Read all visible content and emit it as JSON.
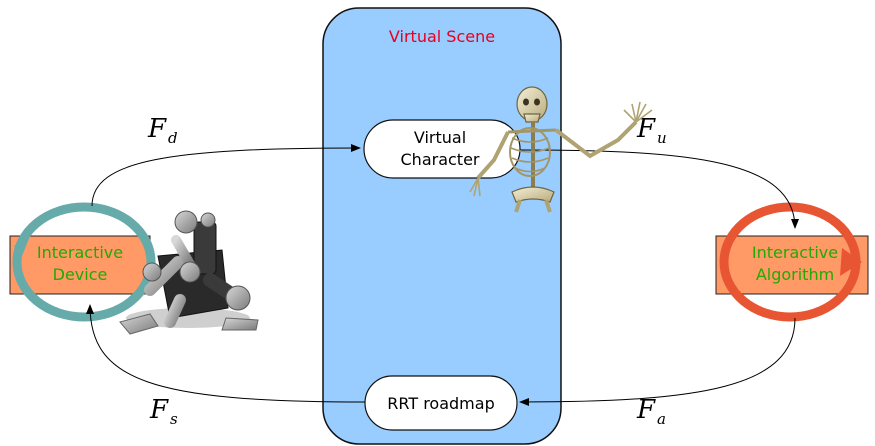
{
  "scene": {
    "title": "Virtual Scene",
    "title_color": "#e8001c",
    "panel_fill": "#99ccff"
  },
  "nodes": {
    "virtual_character": {
      "line1": "Virtual",
      "line2": "Character"
    },
    "rrt_roadmap": {
      "label": "RRT roadmap"
    },
    "interactive_device": {
      "line1": "Interactive",
      "line2": "Device",
      "box_fill": "#ff9966",
      "text_color": "#22aa00",
      "ring_color": "#66aaaa"
    },
    "interactive_algorithm": {
      "line1": "Interactive",
      "line2": "Algorithm",
      "box_fill": "#ff9966",
      "text_color": "#22aa00",
      "ring_color": "#e85533"
    }
  },
  "forces": {
    "fd": {
      "main": "F",
      "sub": "d"
    },
    "fu": {
      "main": "F",
      "sub": "u"
    },
    "fs": {
      "main": "F",
      "sub": "s"
    },
    "fa": {
      "main": "F",
      "sub": "a"
    }
  },
  "images": {
    "skeleton": "skeleton-figure",
    "haptic_device": "haptic-device-robot"
  }
}
